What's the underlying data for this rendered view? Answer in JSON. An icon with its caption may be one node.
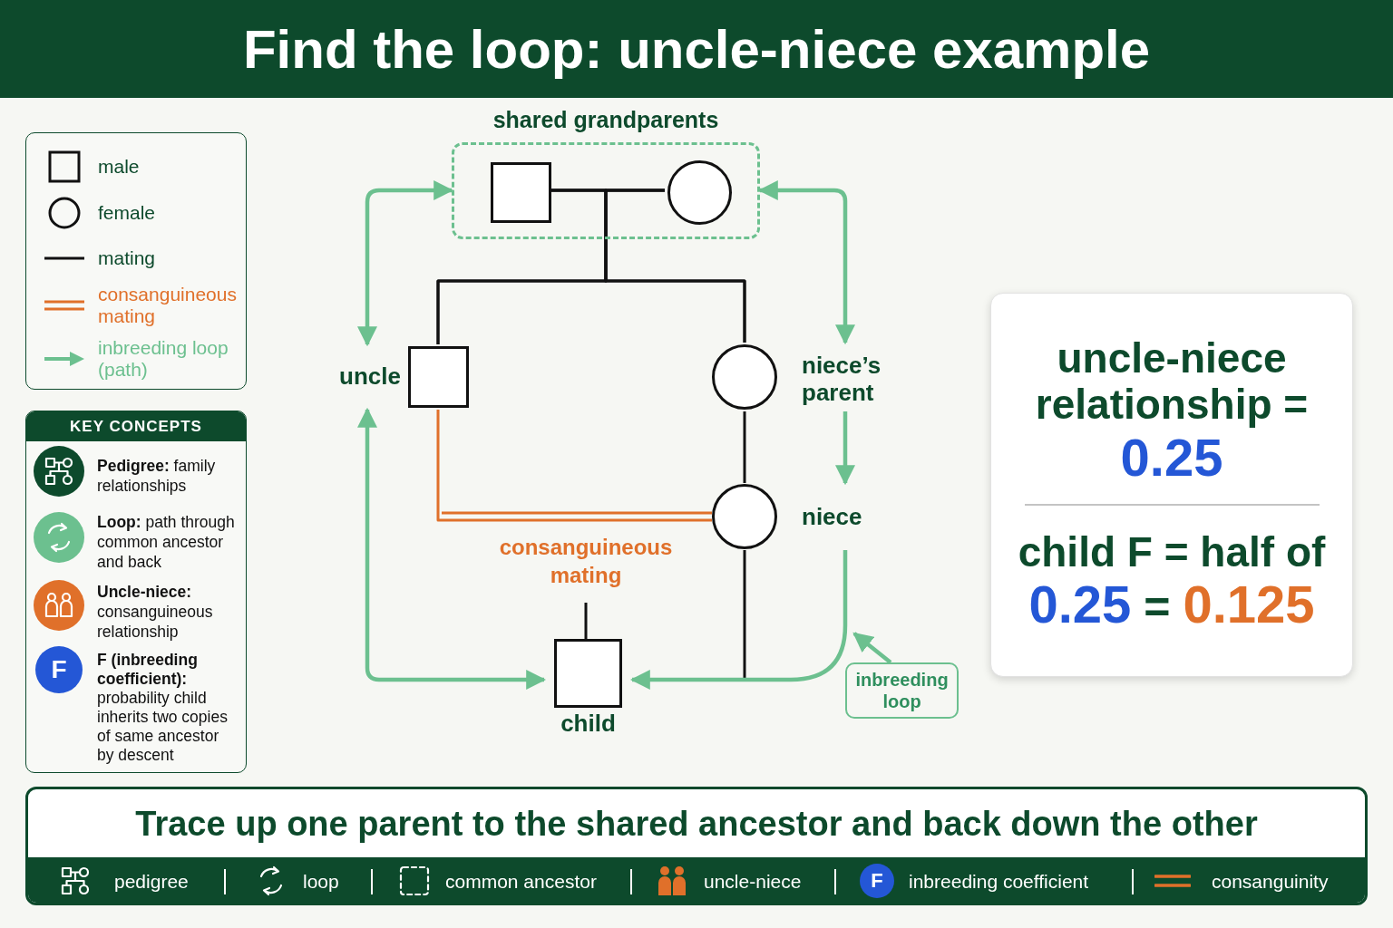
{
  "diagram": {
    "title": "Find the loop: uncle-niece example",
    "nodes": [
      {
        "text": [
          "shared grandparents"
        ]
      },
      {
        "text": [],
        "shape": "box",
        "in": 0
      },
      {
        "text": [],
        "shape": "circle",
        "in": 0
      },
      {
        "text": [],
        "shape": "box",
        "beside": [
          "uncle"
        ]
      },
      {
        "text": [],
        "shape": "circle",
        "beside": [
          "niece’s parent"
        ]
      },
      {
        "text": [],
        "shape": "circle",
        "beside": [
          "niece"
        ]
      },
      {
        "text": [],
        "shape": "box",
        "beside": [
          "child"
        ]
      },
      {
        "text": [
          "inbreeding loop"
        ]
      },
      {
        "text": [
          "uncle-niece relationship =",
          "0.25",
          "child F = half of",
          "0.25",
          "=",
          "0.125"
        ]
      }
    ],
    "edges": [
      {
        "from": 1,
        "to": 2,
        "arrow": "none"
      },
      {
        "from": 1,
        "to": 3,
        "arrow": "none"
      },
      {
        "from": 2,
        "to": 3,
        "arrow": "none"
      },
      {
        "from": 1,
        "to": 4,
        "arrow": "none"
      },
      {
        "from": 2,
        "to": 4,
        "arrow": "none"
      },
      {
        "from": 4,
        "to": 5,
        "arrow": "none"
      },
      {
        "from": 3,
        "to": 5,
        "arrow": "none",
        "label": "consanguineous mating",
        "color": "#e0702a"
      },
      {
        "from": 5,
        "to": null,
        "arrow": "none"
      },
      {
        "from": null,
        "to": 6,
        "arrow": "none"
      },
      {
        "from": 0,
        "to": 3,
        "arrow": "both",
        "color": "#6cc08f"
      },
      {
        "from": 3,
        "to": 6,
        "arrow": "both",
        "color": "#6cc08f"
      },
      {
        "from": 0,
        "to": 4,
        "arrow": "both",
        "color": "#6cc08f"
      },
      {
        "from": 4,
        "to": 5,
        "arrow": "to",
        "color": "#6cc08f"
      },
      {
        "from": 5,
        "to": 6,
        "arrow": "to",
        "color": "#6cc08f"
      },
      {
        "from": 7,
        "to": null,
        "arrow": "to",
        "color": "#6cc08f"
      }
    ],
    "labels": [
      "KEY CONCEPTS",
      "**Pedigree:** family relationships",
      "**Loop:** path through common ancestor and back",
      "**Uncle-niece:** consanguineous relationship",
      "F",
      "**F (inbreeding coefficient):** probability child inherits two copies of same ancestor by descent",
      "Trace up one parent to the shared ancestor and back down the other",
      "pedigree",
      "loop",
      "common ancestor",
      "uncle-niece",
      "F",
      "inbreeding coefficient",
      "consanguinity"
    ],
    "legend": [
      {
        "text": "male"
      },
      {
        "text": "female"
      },
      {
        "text": "mating"
      },
      {
        "text": "consanguineous mating"
      },
      {
        "text": "inbreeding loop (path)"
      }
    ]
  }
}
